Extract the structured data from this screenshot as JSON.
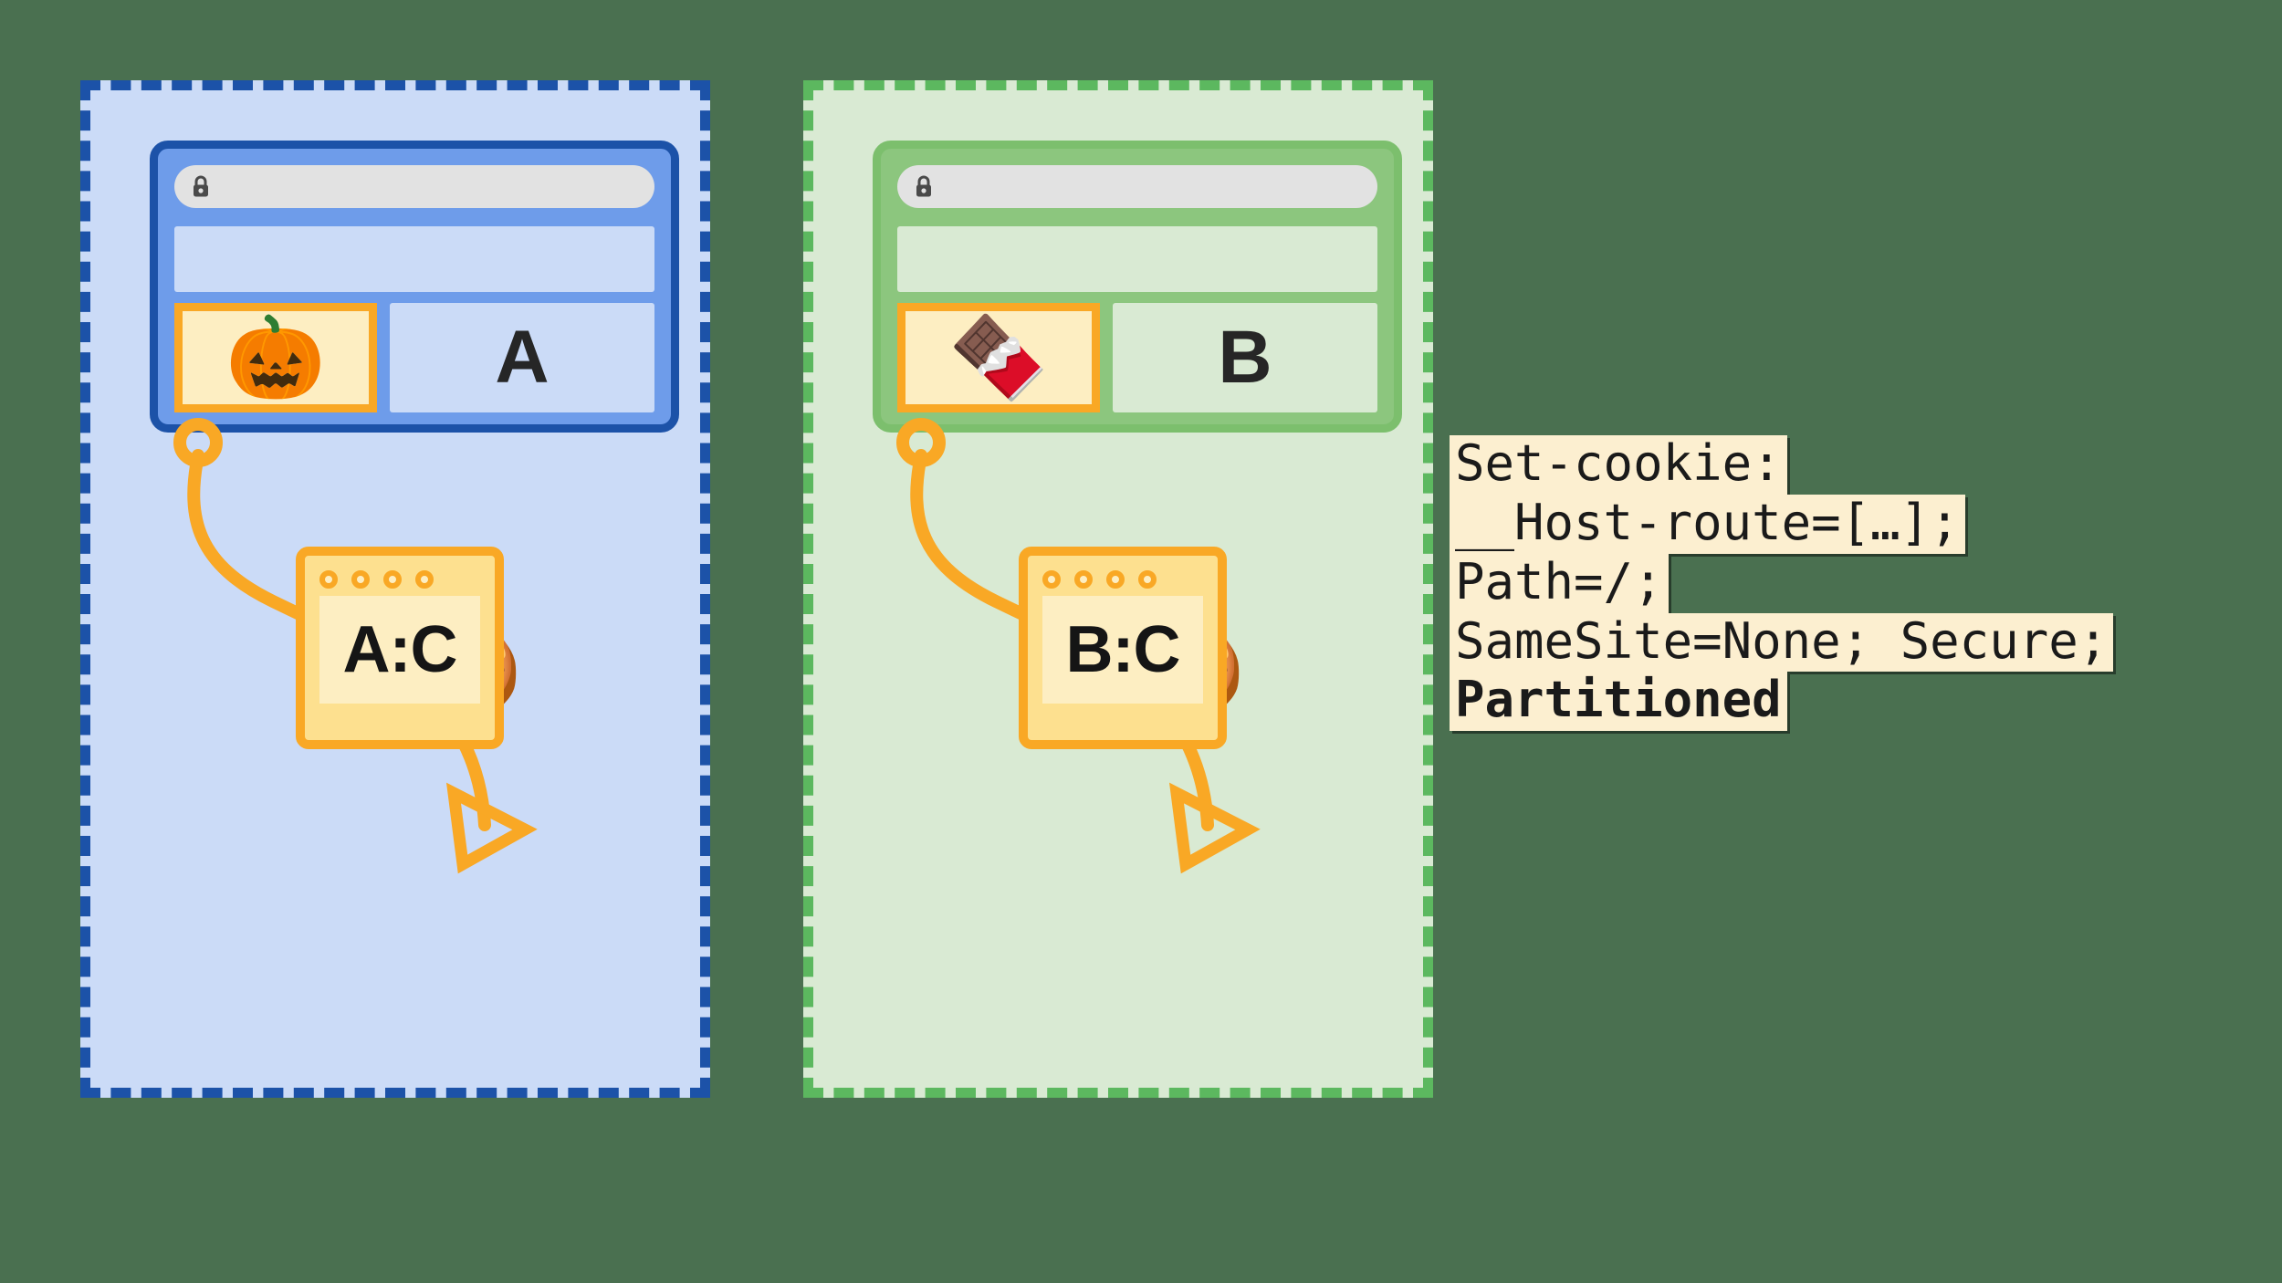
{
  "background_color": "#4a7050",
  "panels": [
    {
      "id": "partition-a",
      "name": "partition-a",
      "border_color": "#1c52a8",
      "fill_color": "#cbdbf7",
      "site_letter": "A",
      "embed_icon": "jack-o-lantern-emoji",
      "embed_glyph": "🎃",
      "cookie_glyph": "🍪",
      "cookie_icon": "cookie-emoji",
      "lock_icon": "lock-icon",
      "address_value": "",
      "jar_label": "A:C",
      "jar_dots": 4
    },
    {
      "id": "partition-b",
      "name": "partition-b",
      "border_color": "#5cb85f",
      "fill_color": "#d9ead3",
      "site_letter": "B",
      "embed_icon": "chocolate-bar-emoji",
      "embed_glyph": "🍫",
      "cookie_glyph": "🍪",
      "cookie_icon": "cookie-emoji",
      "lock_icon": "lock-icon",
      "address_value": "",
      "jar_label": "B:C",
      "jar_dots": 4
    }
  ],
  "code": {
    "background_color": "#fcefd0",
    "lines": [
      {
        "text": "Set-cookie:",
        "bold": false
      },
      {
        "text": "__Host-route=[…];",
        "bold": false
      },
      {
        "text": "Path=/;",
        "bold": false
      },
      {
        "text": "SameSite=None; Secure;",
        "bold": false
      },
      {
        "text": "Partitioned",
        "bold": true
      }
    ]
  },
  "accent_colors": {
    "cookie_orange": "#f9a825",
    "jar_fill": "#fde08f",
    "embed_fill": "#fdeec2"
  }
}
